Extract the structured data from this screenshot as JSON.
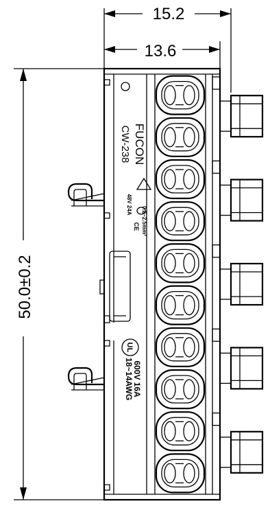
{
  "dimensions": {
    "overall_width": "15.2",
    "body_width": "13.6",
    "length": "50.0±0.2"
  },
  "markings": {
    "brand": "FUCON",
    "model": "CW-238",
    "rating_small": "48V 24A",
    "wire_small": "0.2~2.5mm²",
    "certification": "CE",
    "ul_mark": "UL",
    "rating_ul": "600V 16A",
    "wire_ul": "18~14AWG"
  },
  "connector": {
    "pole_pairs": 5
  }
}
